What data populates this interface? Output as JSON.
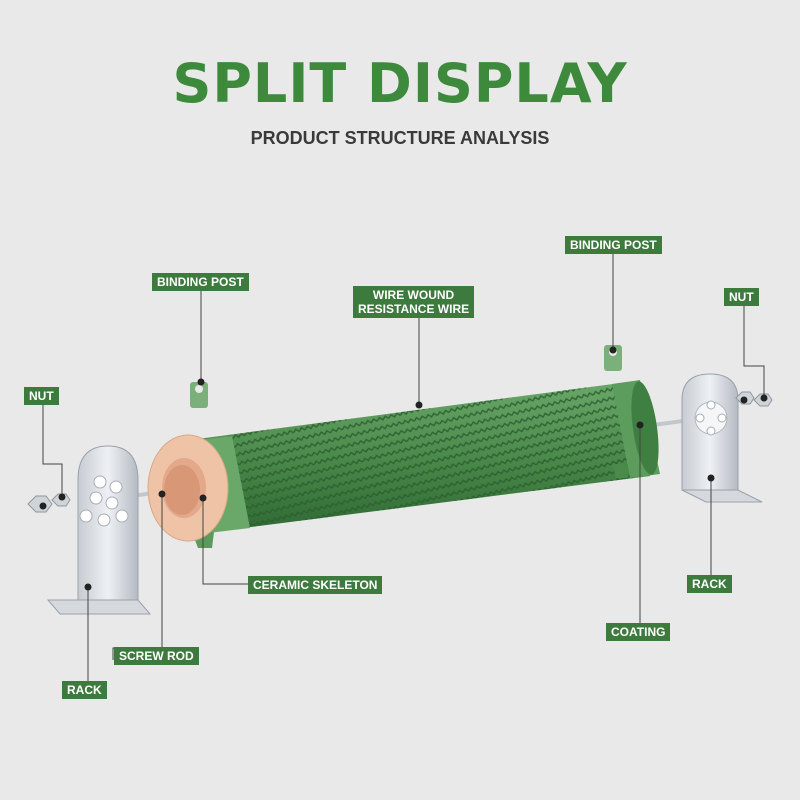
{
  "title": "SPLIT DISPLAY",
  "subtitle": "PRODUCT STRUCTURE ANALYSIS",
  "labels": {
    "binding_post_left": "BINDING POST",
    "binding_post_right": "BINDING POST",
    "wire_line1": "WIRE WOUND",
    "wire_line2": "RESISTANCE WIRE",
    "nut_left": "NUT",
    "nut_right": "NUT",
    "ceramic_skeleton": "CERAMIC SKELETON",
    "screw_rod": "SCREW ROD",
    "rack_left": "RACK",
    "rack_right": "RACK",
    "coating": "COATING"
  },
  "colors": {
    "title_green": "#3d8a3d",
    "label_bg": "#3d7a3d",
    "resistor_green": "#4d8c4d",
    "ceramic": "#efc3a6"
  }
}
